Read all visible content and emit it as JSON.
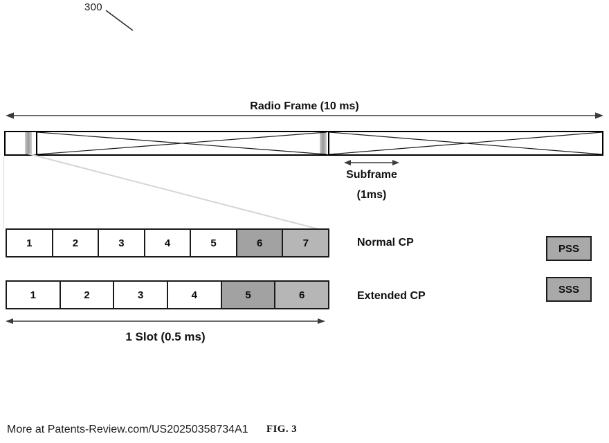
{
  "figure": {
    "reference_numeral": "300",
    "caption": "FIG. 3",
    "watermark": "More at Patents-Review.com/US20250358734A1"
  },
  "radio_frame": {
    "title": "Radio Frame (10 ms)",
    "arrow_name": "radio-frame-dimension-arrow"
  },
  "subframe": {
    "label": "Subframe",
    "sublabel": "(1ms)"
  },
  "slot_rows": [
    {
      "id": "normal-cp",
      "label": "Normal CP",
      "cells": [
        {
          "text": "1",
          "fill": "white"
        },
        {
          "text": "2",
          "fill": "white"
        },
        {
          "text": "3",
          "fill": "white"
        },
        {
          "text": "4",
          "fill": "white"
        },
        {
          "text": "5",
          "fill": "white"
        },
        {
          "text": "6",
          "fill": "pss"
        },
        {
          "text": "7",
          "fill": "sss"
        }
      ]
    },
    {
      "id": "extended-cp",
      "label": "Extended CP",
      "cells": [
        {
          "text": "1",
          "fill": "white"
        },
        {
          "text": "2",
          "fill": "white"
        },
        {
          "text": "3",
          "fill": "white"
        },
        {
          "text": "4",
          "fill": "white"
        },
        {
          "text": "5",
          "fill": "pss"
        },
        {
          "text": "6",
          "fill": "sss"
        }
      ]
    }
  ],
  "slot_measure": {
    "label": "1 Slot (0.5 ms)"
  },
  "legend": [
    {
      "id": "pss",
      "label": "PSS",
      "color": "#a9a9a9"
    },
    {
      "id": "sss",
      "label": "SSS",
      "color": "#a9a9a9"
    }
  ],
  "colors": {
    "line": "#1a1a1a",
    "pss_fill": "#a2a2a2",
    "sss_fill": "#b6b6b6",
    "legend_fill": "#a9a9a9",
    "guide": "#d8d8d8",
    "background": "#ffffff"
  }
}
